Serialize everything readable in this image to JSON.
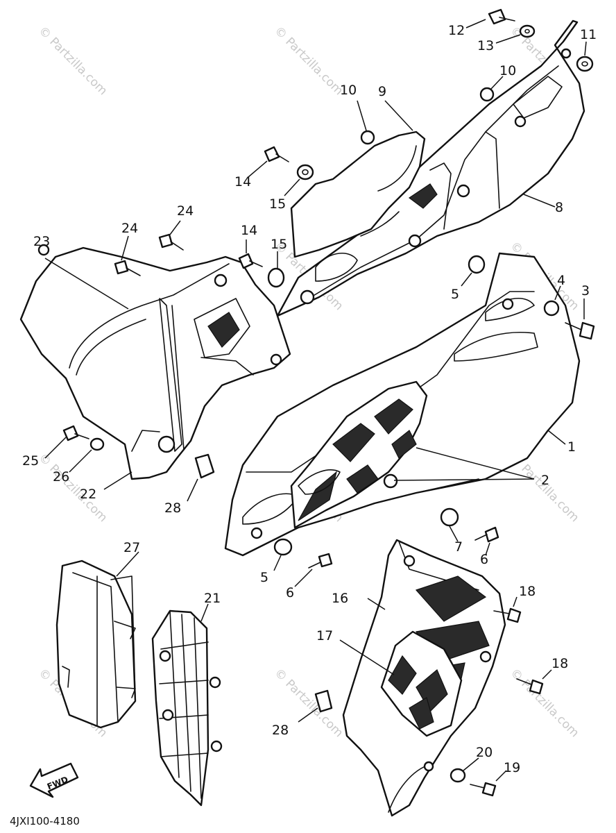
{
  "watermark": "© Partzilla.com",
  "callouts": [
    "1",
    "2",
    "3",
    "4",
    "5",
    "5",
    "6",
    "6",
    "7",
    "8",
    "9",
    "10",
    "10",
    "11",
    "12",
    "13",
    "14",
    "14",
    "15",
    "15",
    "16",
    "17",
    "18",
    "18",
    "19",
    "20",
    "21",
    "22",
    "23",
    "24",
    "24",
    "25",
    "26",
    "27",
    "28",
    "28"
  ],
  "fwd_label": "FWD",
  "diagram_code": "4JXI100-4180"
}
